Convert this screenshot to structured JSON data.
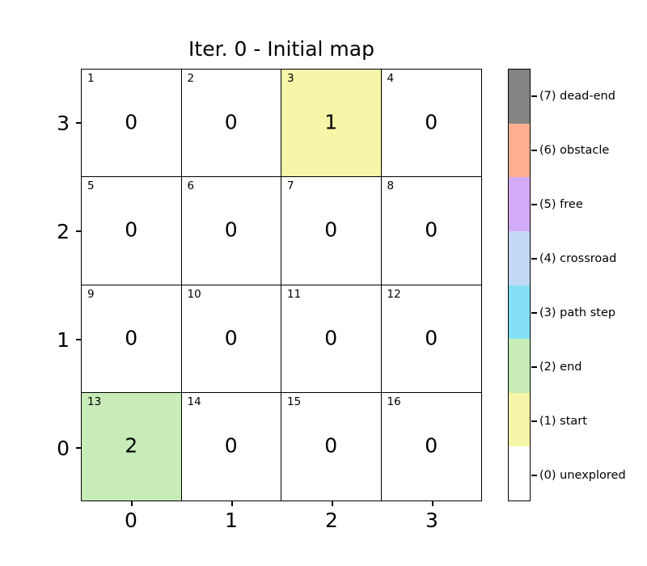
{
  "chart_data": {
    "type": "heatmap",
    "title": "Iter. 0 - Initial map",
    "xlabel": "",
    "ylabel": "",
    "grid_rows": 4,
    "grid_cols": 4,
    "x_tick_labels": [
      "0",
      "1",
      "2",
      "3"
    ],
    "y_tick_labels": [
      "3",
      "2",
      "1",
      "0"
    ],
    "xlim": [
      -0.5,
      3.5
    ],
    "ylim": [
      -0.5,
      3.5
    ],
    "grid": true,
    "legend_position": "right-colorbar",
    "cells": [
      {
        "index": "1",
        "value": "0",
        "state": 0,
        "x": 0,
        "y": 3,
        "color": "#ffffff"
      },
      {
        "index": "2",
        "value": "0",
        "state": 0,
        "x": 1,
        "y": 3,
        "color": "#ffffff"
      },
      {
        "index": "3",
        "value": "1",
        "state": 1,
        "x": 2,
        "y": 3,
        "color": "#f7f6a8"
      },
      {
        "index": "4",
        "value": "0",
        "state": 0,
        "x": 3,
        "y": 3,
        "color": "#ffffff"
      },
      {
        "index": "5",
        "value": "0",
        "state": 0,
        "x": 0,
        "y": 2,
        "color": "#ffffff"
      },
      {
        "index": "6",
        "value": "0",
        "state": 0,
        "x": 1,
        "y": 2,
        "color": "#ffffff"
      },
      {
        "index": "7",
        "value": "0",
        "state": 0,
        "x": 2,
        "y": 2,
        "color": "#ffffff"
      },
      {
        "index": "8",
        "value": "0",
        "state": 0,
        "x": 3,
        "y": 2,
        "color": "#ffffff"
      },
      {
        "index": "9",
        "value": "0",
        "state": 0,
        "x": 0,
        "y": 1,
        "color": "#ffffff"
      },
      {
        "index": "10",
        "value": "0",
        "state": 0,
        "x": 1,
        "y": 1,
        "color": "#ffffff"
      },
      {
        "index": "11",
        "value": "0",
        "state": 0,
        "x": 2,
        "y": 1,
        "color": "#ffffff"
      },
      {
        "index": "12",
        "value": "0",
        "state": 0,
        "x": 3,
        "y": 1,
        "color": "#ffffff"
      },
      {
        "index": "13",
        "value": "2",
        "state": 2,
        "x": 0,
        "y": 0,
        "color": "#c7ecb8"
      },
      {
        "index": "14",
        "value": "0",
        "state": 0,
        "x": 1,
        "y": 0,
        "color": "#ffffff"
      },
      {
        "index": "15",
        "value": "0",
        "state": 0,
        "x": 2,
        "y": 0,
        "color": "#ffffff"
      },
      {
        "index": "16",
        "value": "0",
        "state": 0,
        "x": 3,
        "y": 0,
        "color": "#ffffff"
      }
    ],
    "colorbar": {
      "orientation": "vertical",
      "entries_top_to_bottom": [
        {
          "label": "(7) dead-end",
          "value": 7,
          "color": "#848483"
        },
        {
          "label": "(6) obstacle",
          "value": 6,
          "color": "#ffaf8f"
        },
        {
          "label": "(5) free",
          "value": 5,
          "color": "#d3aaf7"
        },
        {
          "label": "(4) crossroad",
          "value": 4,
          "color": "#c3d9f8"
        },
        {
          "label": "(3) path step",
          "value": 3,
          "color": "#84e0f4"
        },
        {
          "label": "(2) end",
          "value": 2,
          "color": "#c7ecb8"
        },
        {
          "label": "(1) start",
          "value": 1,
          "color": "#f7f6a8"
        },
        {
          "label": "(0) unexplored",
          "value": 0,
          "color": "#ffffff"
        }
      ]
    }
  }
}
